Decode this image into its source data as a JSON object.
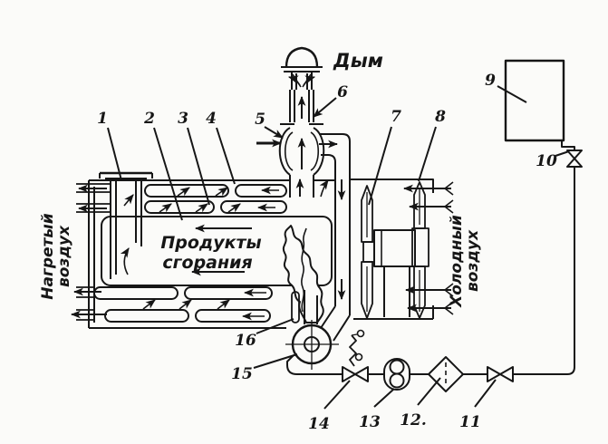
{
  "labels": {
    "smoke": "Дым",
    "combustion_products": [
      "Продукты",
      "сгорания"
    ],
    "heated_air": [
      "Нагретый",
      "воздух"
    ],
    "cold_air": [
      "Холодный",
      "воздух"
    ]
  },
  "part_numbers": [
    "1",
    "2",
    "3",
    "4",
    "5",
    "6",
    "7",
    "8",
    "9",
    "10",
    "11",
    "12.",
    "13",
    "14",
    "15",
    "16"
  ],
  "colors": {
    "ink": "#161616",
    "paper": "#fbfbf9"
  }
}
